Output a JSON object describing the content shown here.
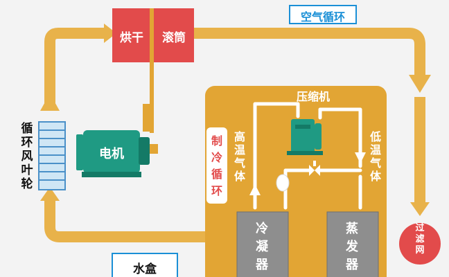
{
  "colors": {
    "background": "#f3f3f3",
    "flow_arrow": "#e8b24a",
    "dryer_drum": "#e24b4b",
    "compressor_box": "#e2a534",
    "motor": "#1f9a83",
    "condenser": "#8e8e8e",
    "evaporator": "#8e8e8e",
    "filter": "#e24b4b",
    "label_bg": "#ffffff",
    "blue_label": "#1a8fd6",
    "refrigerant_label": "#e24b4b"
  },
  "labels": {
    "dryer": "烘干",
    "drum": "滚筒",
    "air_cycle": "空气循环",
    "compressor": "压缩机",
    "high_temp_gas": "高温气体",
    "low_temp_gas": "低温气体",
    "refrigeration_cycle": "制冷循环",
    "motor": "电机",
    "circulation_fan": "循环风叶轮",
    "condenser": "冷凝器",
    "evaporator": "蒸发器",
    "filter": "过滤网",
    "water_box": "水盒"
  },
  "icons": [
    "flow-arrow-icon",
    "fan-grille-icon",
    "motor-icon",
    "compressor-icon",
    "expansion-valve-icon",
    "accumulator-icon"
  ]
}
